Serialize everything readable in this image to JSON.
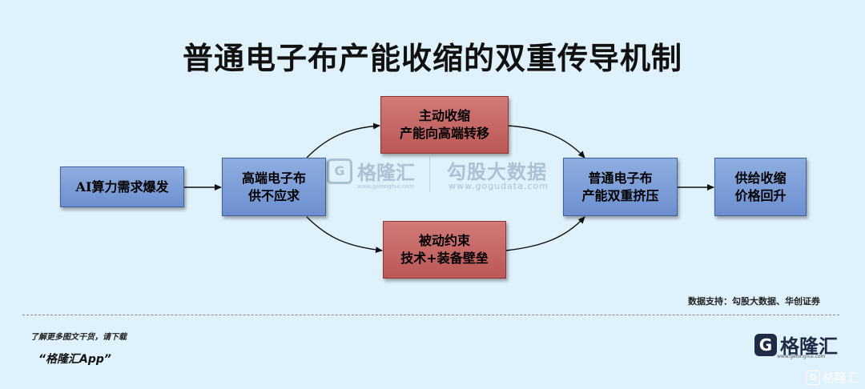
{
  "title": "普通电子布产能收缩的双重传导机制",
  "nodes": {
    "demand": "AI算力需求爆发",
    "shortage_line1": "高端电子布",
    "shortage_line2": "供不应求",
    "active_line1": "主动收缩",
    "active_line2": "产能向高端转移",
    "passive_line1": "被动约束",
    "passive_line2": "技术+装备壁垒",
    "squeeze_line1": "普通电子布",
    "squeeze_line2": "产能双重挤压",
    "result_line1": "供给收缩",
    "result_line2": "价格回升"
  },
  "watermarks": {
    "gelonghui": "格隆汇",
    "gelonghui_url": "www.gelonghui.com",
    "gogudata": "勾股大数据",
    "gogudata_url": "www.gogudata.com"
  },
  "source": "数据支持：勾股大数据、华创证券",
  "promo": {
    "line1": "了解更多图文干货，请下载",
    "line2": "“格隆汇App”"
  },
  "logo": {
    "mark": "G",
    "name": "格隆汇",
    "url": "www.gelonghui.com"
  },
  "corner_watermark": "格隆汇",
  "colors": {
    "background": "#dff1fb",
    "blue_box": "#7a9ad6",
    "red_box": "#c66562",
    "arrow": "#111111"
  }
}
